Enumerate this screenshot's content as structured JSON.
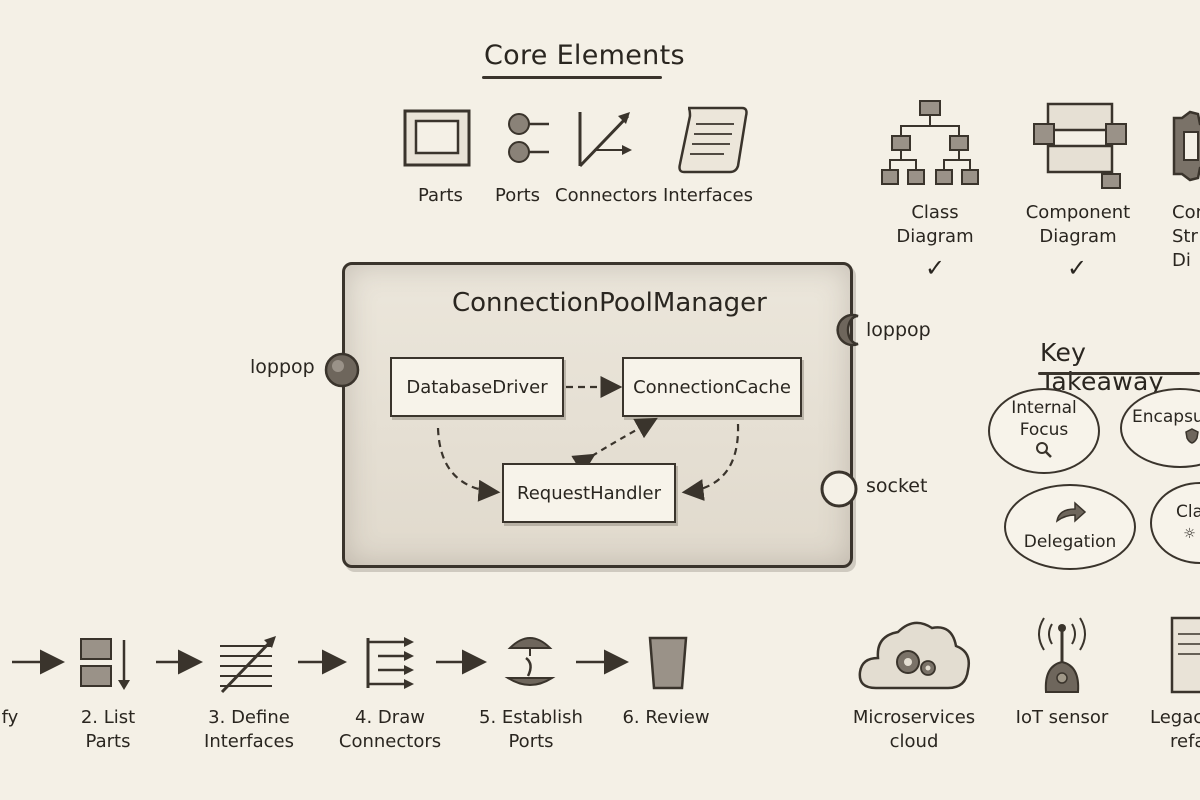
{
  "core_elements": {
    "title": "Core Elements",
    "items": [
      {
        "label": "Parts",
        "icon": "parts-icon"
      },
      {
        "label": "Ports",
        "icon": "ports-icon"
      },
      {
        "label": "Connectors",
        "icon": "connectors-icon"
      },
      {
        "label": "Interfaces",
        "icon": "interfaces-icon"
      }
    ]
  },
  "diagram_types": [
    {
      "line1": "Class",
      "line2": "Diagram",
      "icon": "class-diagram-icon",
      "check": "✓"
    },
    {
      "line1": "Component",
      "line2": "Diagram",
      "icon": "component-diagram-icon",
      "check": "✓"
    },
    {
      "line1": "Com",
      "line2": "Str",
      "line3": "Di",
      "icon": "gear-icon"
    }
  ],
  "main_diagram": {
    "component": "ConnectionPoolManager",
    "parts": {
      "driver": "DatabaseDriver",
      "cache": "ConnectionCache",
      "handler": "RequestHandler"
    },
    "ports": {
      "left": "loppop",
      "right_top": "loppop",
      "right_bottom": "socket"
    }
  },
  "takeaways": {
    "title": "Key Takeaway",
    "items": [
      {
        "line1": "Internal",
        "line2": "Focus",
        "icon": "magnifier-icon"
      },
      {
        "line1": "Encapsu",
        "icon": "shield-icon"
      },
      {
        "line1": "Delegation",
        "icon": "arrow-icon"
      },
      {
        "line1": "Cla",
        "icon": "sun-icon"
      }
    ]
  },
  "steps": [
    {
      "line1": "fy",
      "line2": ""
    },
    {
      "line1": "2. List",
      "line2": "Parts"
    },
    {
      "line1": "3. Define",
      "line2": "Interfaces"
    },
    {
      "line1": "4. Draw",
      "line2": "Connectors"
    },
    {
      "line1": "5. Establish",
      "line2": "Ports"
    },
    {
      "line1": "6. Review",
      "line2": ""
    }
  ],
  "examples": [
    {
      "line1": "Microservices",
      "line2": "cloud",
      "icon": "cloud-icon"
    },
    {
      "line1": "IoT sensor",
      "line2": "",
      "icon": "antenna-icon"
    },
    {
      "line1": "Legac",
      "line2": "refa",
      "icon": "document-icon"
    }
  ],
  "colors": {
    "ink": "#3a342c",
    "paper": "#f4f0e6",
    "shade": "#7a7268"
  }
}
